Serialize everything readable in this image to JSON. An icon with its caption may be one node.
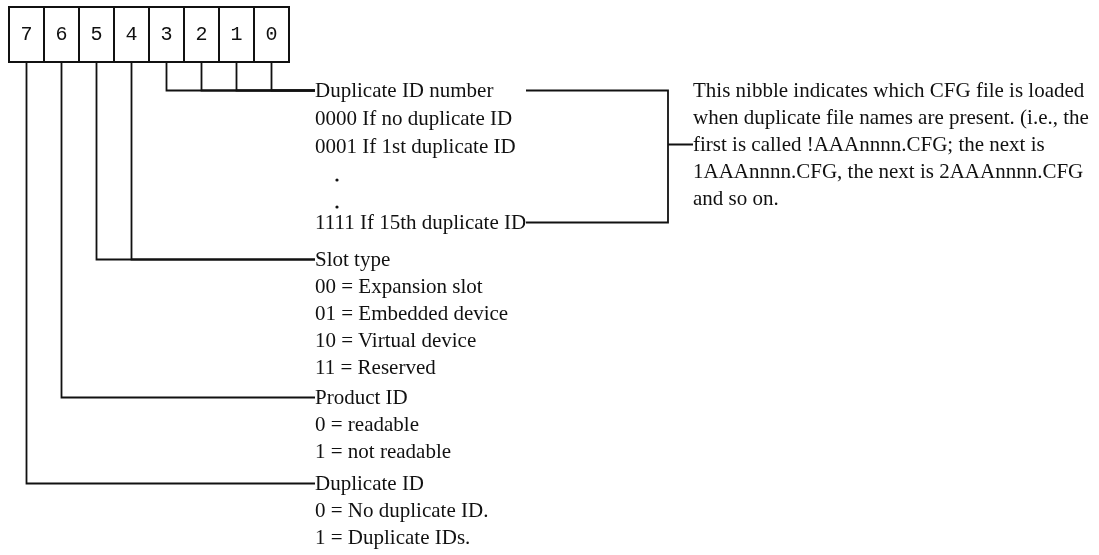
{
  "diagram": {
    "nodes": [
      {
        "text": [
          "7"
        ]
      },
      {
        "text": [
          "6"
        ]
      },
      {
        "text": [
          "5"
        ]
      },
      {
        "text": [
          "4"
        ]
      },
      {
        "text": [
          "3"
        ]
      },
      {
        "text": [
          "2"
        ]
      },
      {
        "text": [
          "1"
        ]
      },
      {
        "text": [
          "0"
        ]
      },
      {
        "text": [
          "Duplicate ID number",
          "0000 If no duplicate ID",
          "0001 If 1st duplicate ID",
          "1111 If 15th duplicate ID"
        ]
      },
      {
        "text": [
          "Slot type",
          "00 = Expansion slot",
          "01 = Embedded device",
          "10 = Virtual device",
          "11 = Reserved"
        ]
      },
      {
        "text": [
          "Product ID",
          "0 = readable",
          "1 = not readable"
        ]
      },
      {
        "text": [
          "Duplicate ID",
          "0 = No duplicate ID.",
          "1 = Duplicate IDs."
        ]
      },
      {
        "text": [
          "This nibble indicates which CFG file is loaded when duplicate file names are present. (i.e., the first is called !AAAnnnn.CFG; the next is 1AAAnnnn.CFG, the next is 2AAAnnnn.CFG and so on."
        ]
      }
    ],
    "edges": [
      {
        "from": 4,
        "to": 8,
        "arrow": "none"
      },
      {
        "from": 5,
        "to": 8,
        "arrow": "none"
      },
      {
        "from": 6,
        "to": 8,
        "arrow": "none"
      },
      {
        "from": 7,
        "to": 8,
        "arrow": "none"
      },
      {
        "from": 2,
        "to": 9,
        "arrow": "none"
      },
      {
        "from": 3,
        "to": 9,
        "arrow": "none"
      },
      {
        "from": 1,
        "to": 10,
        "arrow": "none"
      },
      {
        "from": 0,
        "to": 11,
        "arrow": "none"
      },
      {
        "from": 8,
        "to": 12,
        "arrow": "none"
      }
    ]
  }
}
